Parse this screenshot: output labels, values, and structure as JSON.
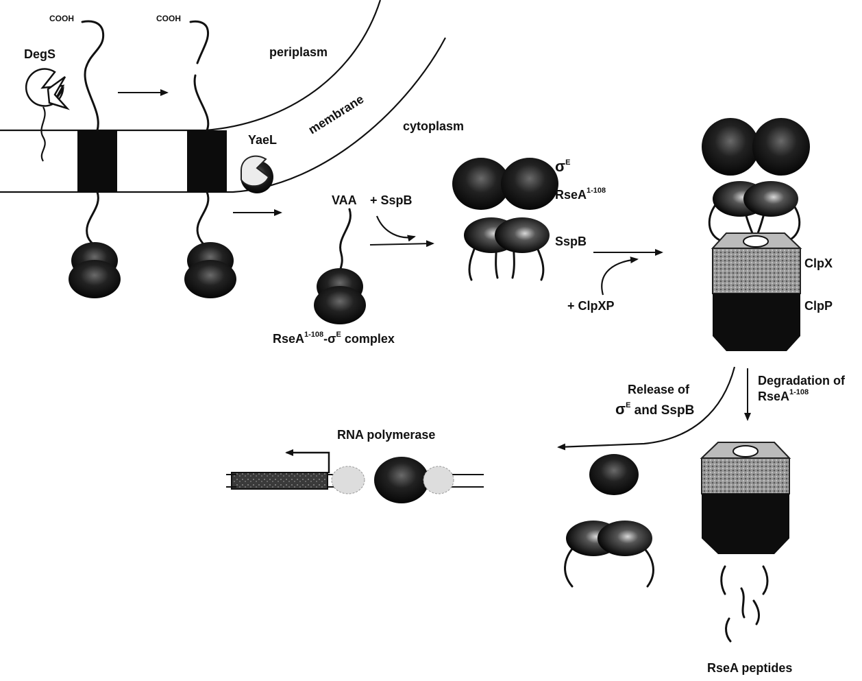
{
  "labels": {
    "degs": "DegS",
    "cooh_1": "COOH",
    "cooh_2": "COOH",
    "periplasm": "periplasm",
    "membrane": "membrane",
    "cytoplasm": "cytoplasm",
    "yael": "YaeL",
    "vaa": "VAA",
    "plus_sspb": "+ SspB",
    "sigma_e": "σ",
    "sigma_e_sup": "E",
    "rsea_1": "RseA",
    "rsea_1_sup": "1-108",
    "sspb": "SspB",
    "complex_pre": "RseA",
    "complex_sup1": "1-108",
    "complex_mid": "-σ",
    "complex_sup2": "E",
    "complex_post": " complex",
    "plus_clpxp": "+ ClpXP",
    "clpx": "ClpX",
    "clpp": "ClpP",
    "release_1": "Release of",
    "release_2a": "σ",
    "release_2sup": "E",
    "release_2b": " and SspB",
    "degradation_1": "Degradation of",
    "degradation_2": "RseA",
    "degradation_2sup": "1-108",
    "rna_polymerase": "RNA polymerase",
    "rsea_peptides": "RseA peptides"
  }
}
